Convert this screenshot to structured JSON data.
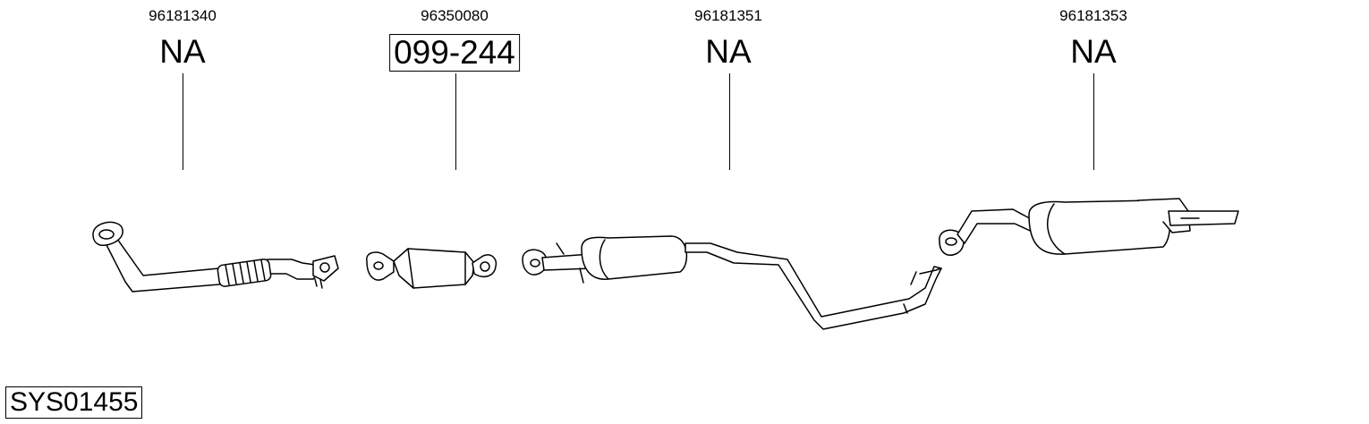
{
  "parts": [
    {
      "oem": "96181340",
      "code": "NA",
      "boxed": false
    },
    {
      "oem": "96350080",
      "code": "099-244",
      "boxed": true
    },
    {
      "oem": "96181351",
      "code": "NA",
      "boxed": false
    },
    {
      "oem": "96181353",
      "code": "NA",
      "boxed": false
    }
  ],
  "system_code": "SYS01455"
}
